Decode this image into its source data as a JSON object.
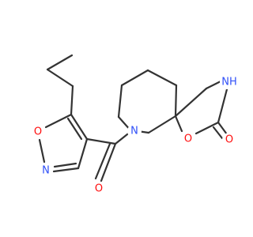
{
  "molecule": {
    "colors": {
      "bond": "#333333",
      "oxygen": "#ff0d0d",
      "nitrogen": "#3050f8",
      "background": "#ffffff"
    },
    "atoms": {
      "ring_oxygen": {
        "text": "O",
        "element": "O"
      },
      "carbonyl_oxygen": {
        "text": "O",
        "element": "O"
      },
      "amide_nh": {
        "text": "NH",
        "element": "N"
      },
      "lactone_carbonyl_oxygen": {
        "text": "O",
        "element": "O"
      },
      "isoxazole_oxygen": {
        "text": "O",
        "element": "O"
      },
      "isoxazole_nitrogen": {
        "text": "N",
        "element": "N"
      },
      "piperidine_nitrogen": {
        "text": "N",
        "element": "N"
      }
    }
  }
}
